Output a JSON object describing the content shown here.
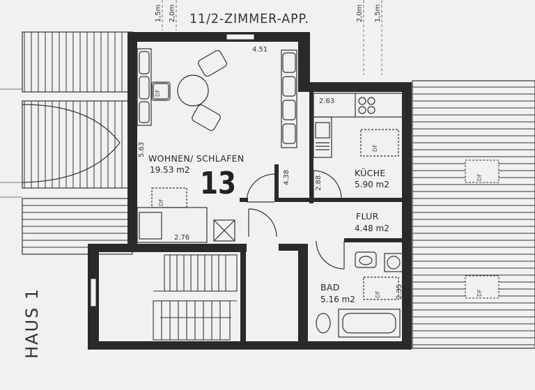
{
  "title": "11/2-ZIMMER-APP.",
  "top_marks": [
    "1,5m",
    "2,0m",
    "2,0m",
    "1,5m"
  ],
  "apartment_number": "13",
  "house_label": "HAUS 1",
  "rooms": {
    "wohnen": {
      "name": "WOHNEN/ SCHLAFEN",
      "area": "19.53 m2"
    },
    "kueche": {
      "name": "KÜCHE",
      "area": "5.90 m2"
    },
    "flur": {
      "name": "FLUR",
      "area": "4.48 m2"
    },
    "bad": {
      "name": "BAD",
      "area": "5.16 m2"
    }
  },
  "dimensions": {
    "top_width": "4.51",
    "left_height": "5.63",
    "wall_segment": "4.38",
    "bottom_width": "2.76",
    "kitchen_width": "2.63",
    "kitchen_height": "2.88",
    "bath_height": "2.35"
  },
  "skylight_label": "DF"
}
